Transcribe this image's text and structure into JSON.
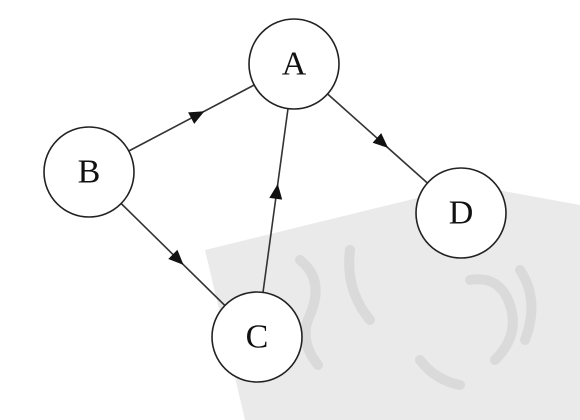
{
  "diagram": {
    "type": "directed-graph",
    "colors": {
      "node_fill": "#ffffff",
      "node_stroke": "#222222",
      "edge": "#333333",
      "arrow": "#111111",
      "watermark": "#d9d9d9"
    },
    "nodes": [
      {
        "id": "A",
        "label": "A"
      },
      {
        "id": "B",
        "label": "B"
      },
      {
        "id": "C",
        "label": "C"
      },
      {
        "id": "D",
        "label": "D"
      }
    ],
    "edges": [
      {
        "from": "B",
        "to": "A"
      },
      {
        "from": "B",
        "to": "C"
      },
      {
        "from": "C",
        "to": "A"
      },
      {
        "from": "A",
        "to": "D"
      }
    ]
  }
}
